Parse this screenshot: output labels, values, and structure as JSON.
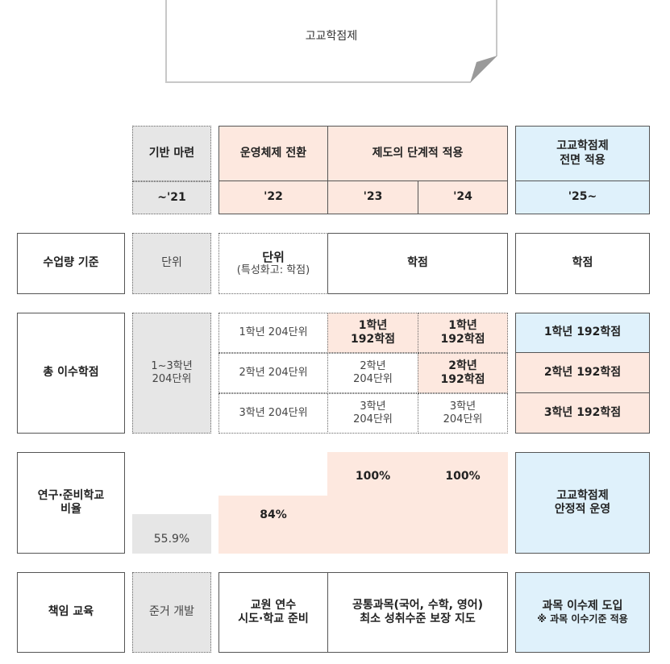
{
  "title": "고교학점제",
  "header": {
    "phase1": "기반 마련",
    "phase2": "운영체제 전환",
    "phase3": "제도의 단계적 적용",
    "phase4_line1": "고교학점제",
    "phase4_line2": "전면 적용",
    "years": [
      "~'21",
      "'22",
      "'23",
      "'24",
      "'25~"
    ]
  },
  "rows": {
    "instruction": {
      "label": "수업량 기준",
      "y21": "단위",
      "y22_main": "단위",
      "y22_note": "(특성화고: 학점)",
      "y23_24": "학점",
      "y25": "학점"
    },
    "credits": {
      "label": "총 이수학점",
      "y21_line1": "1~3학년",
      "y21_line2": "204단위",
      "y22": [
        "1학년 204단위",
        "2학년 204단위",
        "3학년 204단위"
      ],
      "y23": [
        [
          "1학년",
          "192학점"
        ],
        [
          "2학년",
          "204단위"
        ],
        [
          "3학년",
          "204단위"
        ]
      ],
      "y24": [
        [
          "1학년",
          "192학점"
        ],
        [
          "2학년",
          "192학점"
        ],
        [
          "3학년",
          "204단위"
        ]
      ],
      "y25": [
        "1학년 192학점",
        "2학년 192학점",
        "3학년 192학점"
      ]
    },
    "ratio": {
      "label_line1": "연구·준비학교",
      "label_line2": "비율",
      "y21": "55.9%",
      "y22": "84%",
      "y23": "100%",
      "y24": "100%",
      "y25_line1": "고교학점제",
      "y25_line2": "안정적 운영"
    },
    "responsibility": {
      "label": "책임 교육",
      "y21": "준거 개발",
      "y22_line1": "교원 연수",
      "y22_line2": "시도·학교 준비",
      "y23_24_line1": "공통과목(국어, 수학, 영어)",
      "y23_24_line2": "최소 성취수준 보장 지도",
      "y25_line1": "과목 이수제 도입",
      "y25_line2": "※ 과목 이수기준 적용"
    }
  },
  "colors": {
    "gray": "#e6e6e6",
    "peach": "#fde8df",
    "blue": "#dff1fb",
    "border": "#555555"
  }
}
